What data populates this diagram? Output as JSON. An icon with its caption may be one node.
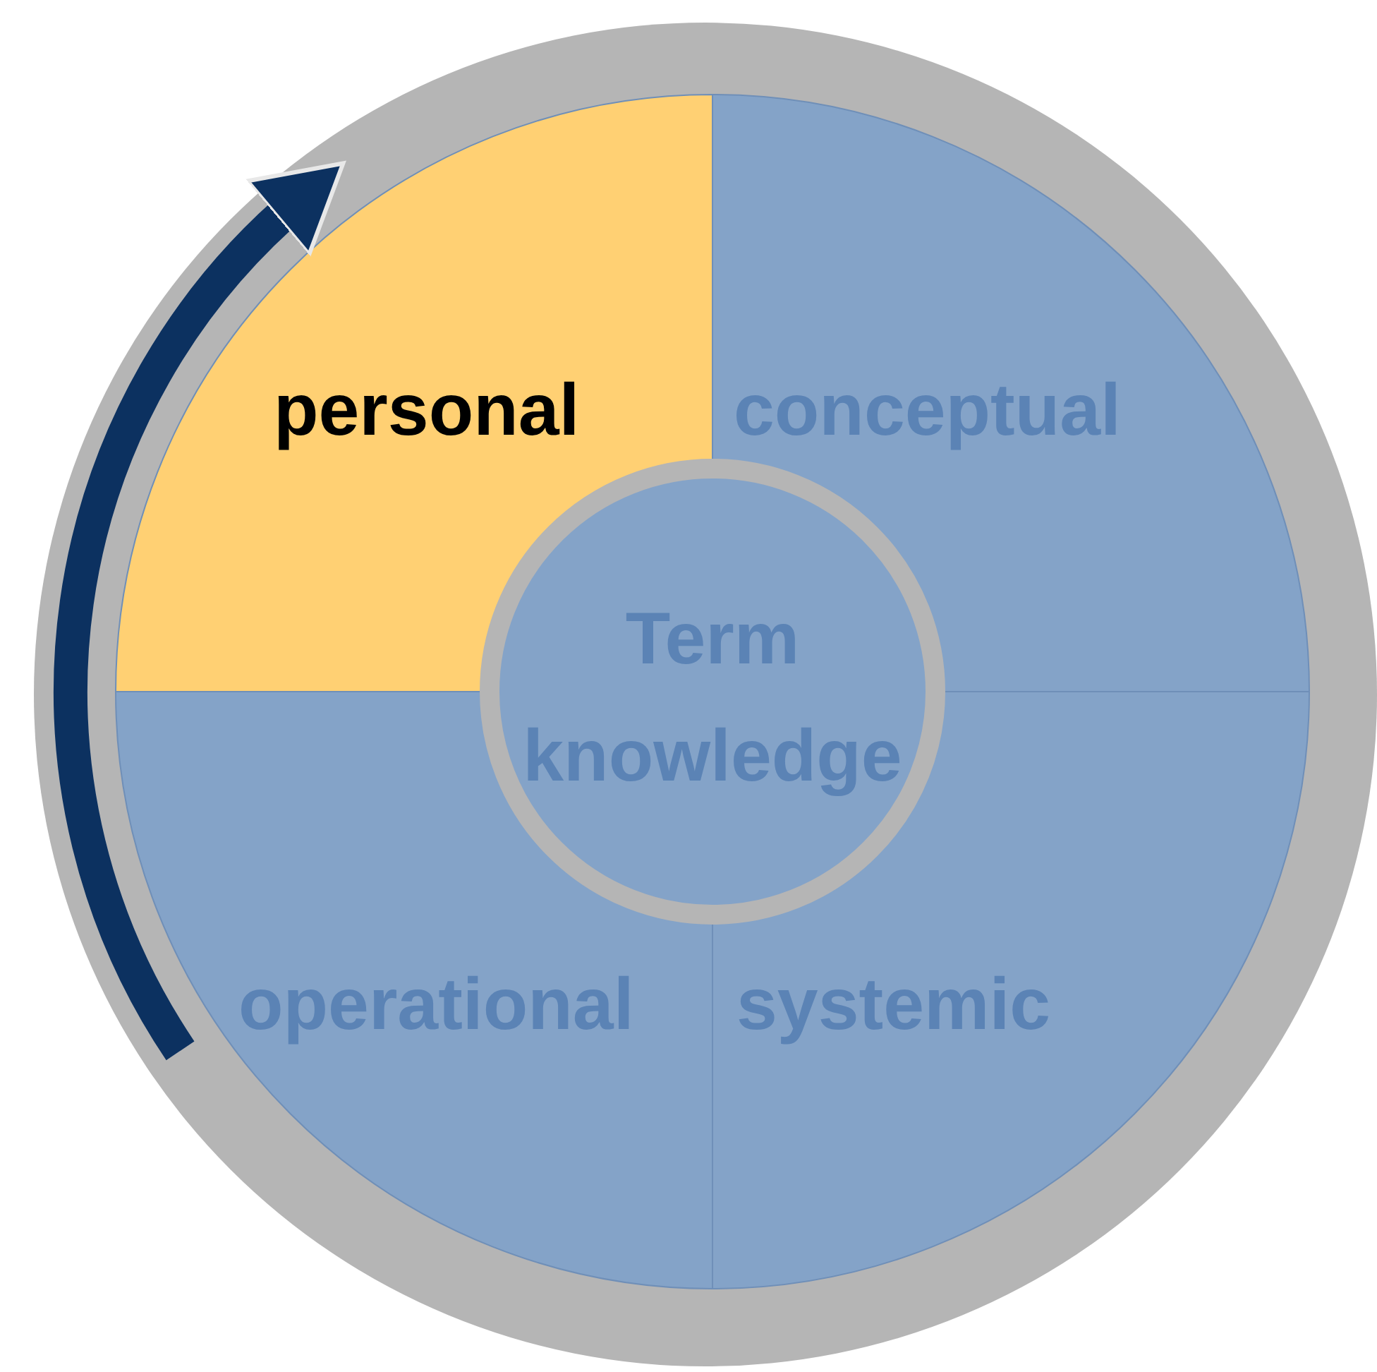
{
  "diagram": {
    "nodes": [
      {
        "text": [
          "personal"
        ]
      },
      {
        "text": [
          "conceptual"
        ]
      },
      {
        "text": [
          "Term knowledge"
        ]
      },
      {
        "text": [
          "operational"
        ]
      },
      {
        "text": [
          "systemic"
        ]
      }
    ],
    "edges": [
      {
        "from": 3,
        "to": 0,
        "arrow": "to"
      }
    ]
  }
}
